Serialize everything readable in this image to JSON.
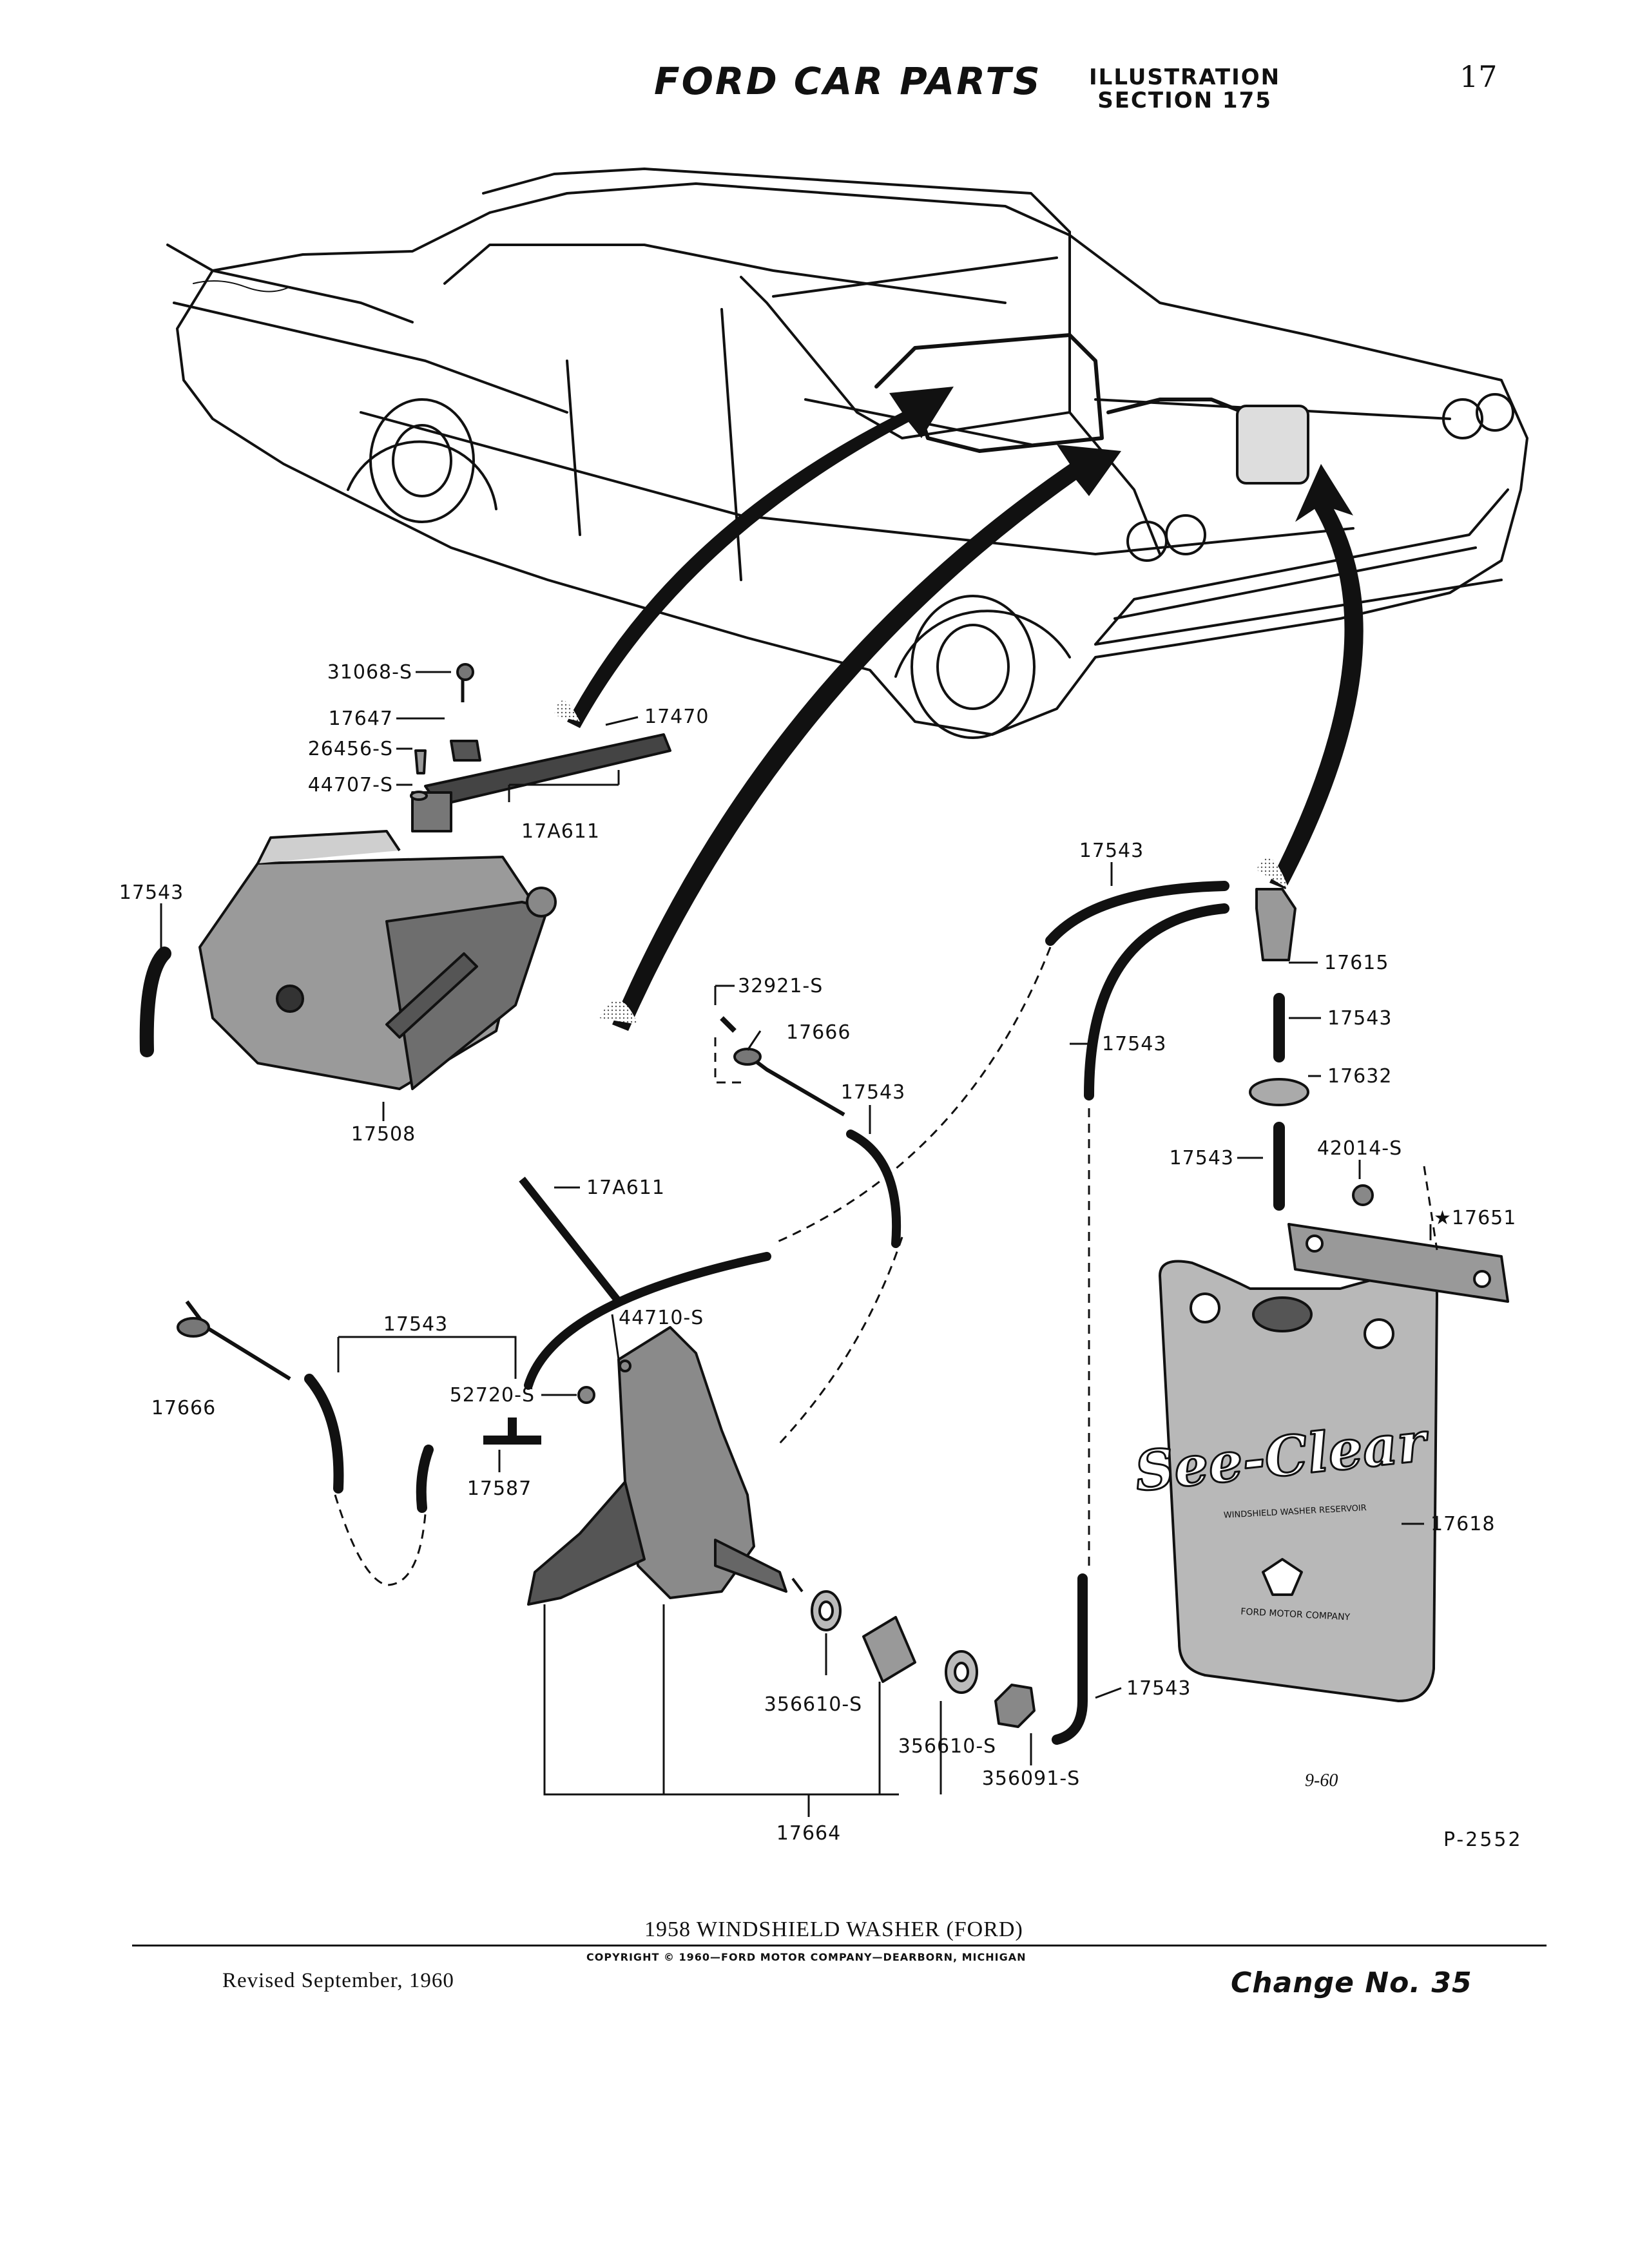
{
  "header": {
    "title": "FORD CAR PARTS",
    "section_line1": "ILLUSTRATION",
    "section_line2": "SECTION 175",
    "page_number": "17"
  },
  "callouts": {
    "c31068": "31068-S",
    "c17647": "17647",
    "c17470": "17470",
    "c26456": "26456-S",
    "c44707": "44707-S",
    "c17a611_top": "17A611",
    "c17543_left": "17543",
    "c17508": "17508",
    "c17543_top": "17543",
    "c17615": "17615",
    "c17543_r1": "17543",
    "c17632": "17632",
    "c17543_r2": "17543",
    "c42014": "42014-S",
    "c17651": "★17651",
    "c32921": "32921-S",
    "c17666_top": "17666",
    "c17543_mid": "17543",
    "c17543_tube": "17543",
    "c17a611_mid": "17A611",
    "c17543_pump": "17543",
    "c44710": "44710-S",
    "c17666_left": "17666",
    "c52720": "52720-S",
    "c17587": "17587",
    "c17618": "17618",
    "c17543_bottom": "17543",
    "c356610_a": "356610-S",
    "c356610_b": "356610-S",
    "c356091": "356091-S",
    "c17664": "17664"
  },
  "reservoir": {
    "brand": "See-Clear",
    "subtitle": "WINDSHIELD WASHER RESERVOIR",
    "maker": "FORD MOTOR COMPANY"
  },
  "footer": {
    "caption": "1958 WINDSHIELD WASHER (FORD)",
    "copyright": "COPYRIGHT © 1960—FORD MOTOR COMPANY—DEARBORN, MICHIGAN",
    "revised": "Revised September, 1960",
    "change": "Change No. 35",
    "date_code": "9-60",
    "plate_code": "P-2552"
  }
}
